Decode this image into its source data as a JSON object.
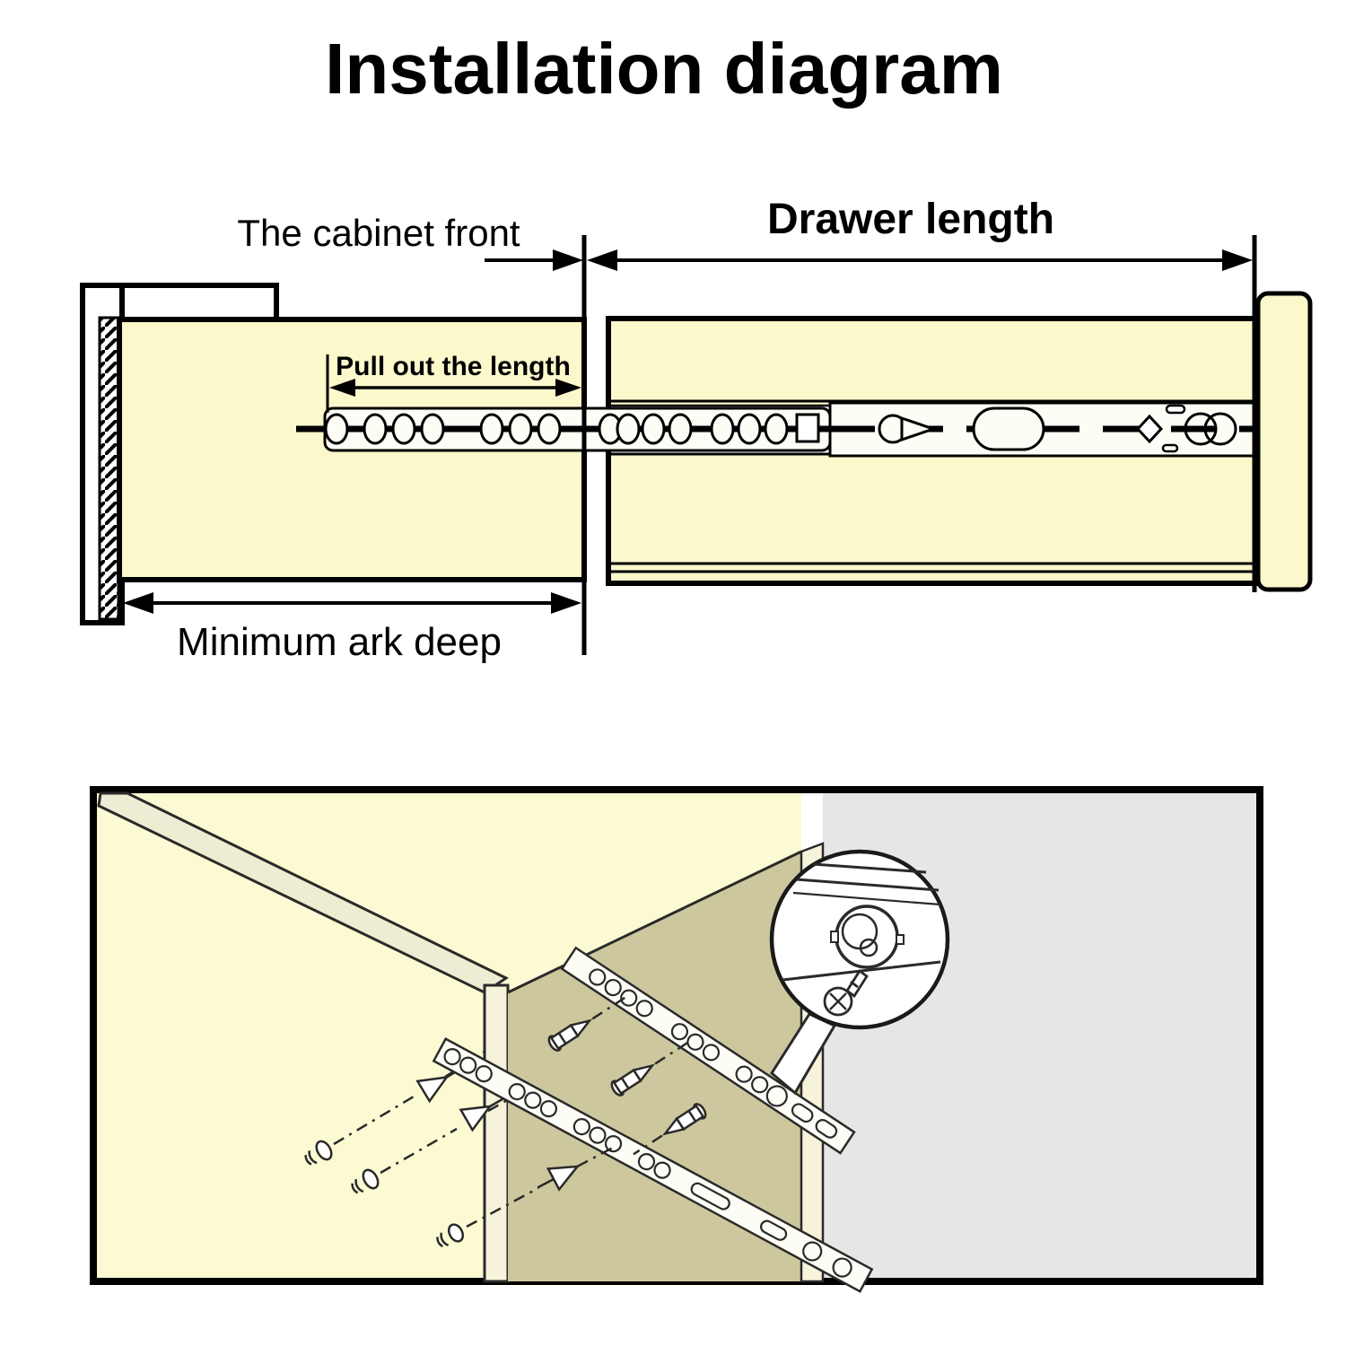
{
  "title": "Installation diagram",
  "upper_diagram": {
    "labels": {
      "cabinet_front": "The cabinet front",
      "drawer_length": "Drawer length",
      "pull_out_length": "Pull out the length",
      "minimum_depth": "Minimum ark deep"
    },
    "parts": {
      "cabinet_rail": "cabinet-member-slide-rail",
      "drawer_rail": "drawer-member-slide-rail",
      "drawer_front": "drawer-front-panel",
      "cabinet_back_wall": "cabinet-back-wall-hatched"
    }
  },
  "lower_illustration": {
    "parts": {
      "cabinet": "cabinet-3d-sketch",
      "upper_slide": "drawer-slide-with-holes-upper",
      "lower_slide": "drawer-slide-with-holes-lower",
      "magnifier": "screw-hole-detail-magnifier",
      "screws": "mounting-screws-with-leader-lines"
    }
  },
  "colors": {
    "page_bg": "#ffffff",
    "line": "#000000",
    "sketch_line": "#2a2a2a",
    "cream": "#fbf8cc",
    "pale_yellow": "#fcfad2",
    "top_band": "#efecd4",
    "khaki_panel": "#cdc79d",
    "post_cream": "#f6f3da",
    "gray_bg": "#e6e6e6",
    "rail_white": "#fdfdf6"
  }
}
